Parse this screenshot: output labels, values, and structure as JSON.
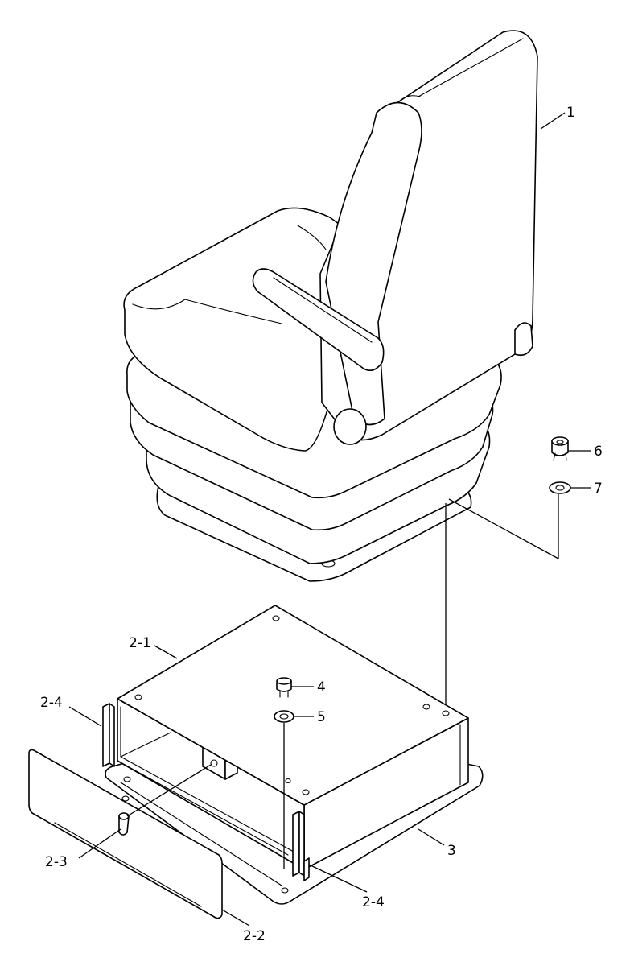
{
  "callouts": {
    "seat": "1",
    "box_top": "2-1",
    "box_bracket_left": "2-4",
    "box_bracket_right": "2-4",
    "cover_plate": "2-2",
    "latch": "2-3",
    "base_plate": "3",
    "bolt": "4",
    "washer": "5",
    "nut": "6",
    "seat_washer": "7"
  },
  "colors": {
    "line": "#000000",
    "background": "#ffffff"
  }
}
